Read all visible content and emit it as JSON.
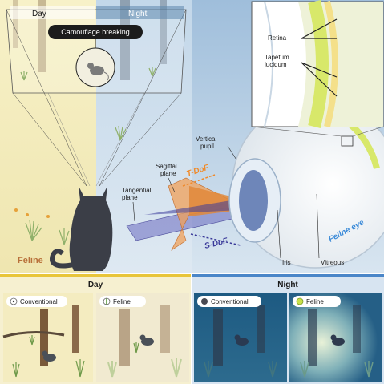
{
  "top_panel": {
    "day_label": "Day",
    "night_label": "Night",
    "camouflage_label": "Camouflage breaking",
    "feline_label": "Feline"
  },
  "optics": {
    "vertical_pupil": "Vertical\npupil",
    "sagittal_plane": "Sagittal\nplane",
    "tangential_plane": "Tangential\nplane",
    "t_dof": "T-DoF",
    "s_dof": "S-DoF"
  },
  "eye": {
    "retina": "Retina",
    "tapetum": "Tapetum\nlucidum",
    "iris": "Iris",
    "vitreous": "Vitreous",
    "feline_eye": "Feline eye"
  },
  "bottom": {
    "day_title": "Day",
    "night_title": "Night",
    "conventional_day": "Conventional",
    "feline_day": "Feline",
    "conventional_night": "Conventional",
    "feline_night": "Feline"
  },
  "colors": {
    "day_accent": "#e8c53a",
    "night_accent": "#4a86c8",
    "feline_text": "#b8703a",
    "eye_text": "#3a8ad8",
    "t_dof_color": "#f08a2a",
    "s_dof_color": "#3a3a9a"
  }
}
